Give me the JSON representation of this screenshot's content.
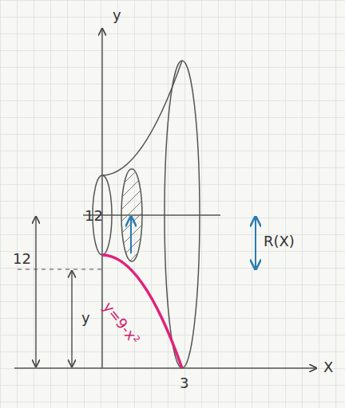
{
  "diagram": {
    "labels": [
      "y",
      "X",
      "12",
      "12",
      "y",
      "y=9-x²",
      "R(X)",
      "3"
    ]
  }
}
